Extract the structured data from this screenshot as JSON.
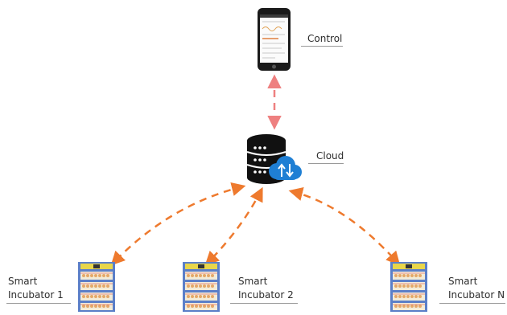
{
  "labels": {
    "control": "Control",
    "cloud": "Cloud",
    "inc1_line1": "Smart",
    "inc1_line2": "Incubator 1",
    "inc2_line1": "Smart",
    "inc2_line2": "Incubator 2",
    "incN_line1": "Smart",
    "incN_line2": "Incubator N"
  },
  "colors": {
    "phone_link": "#ee8080",
    "cloud_links": "#ee7a2e",
    "server_body": "#111111",
    "cloud_badge": "#1f7fd4",
    "incubator_frame": "#5b7fc8",
    "incubator_top": "#e8d64a"
  },
  "icons": {
    "phone": "smartphone-icon",
    "cloud": "database-cloud-icon",
    "incubator": "incubator-icon"
  }
}
